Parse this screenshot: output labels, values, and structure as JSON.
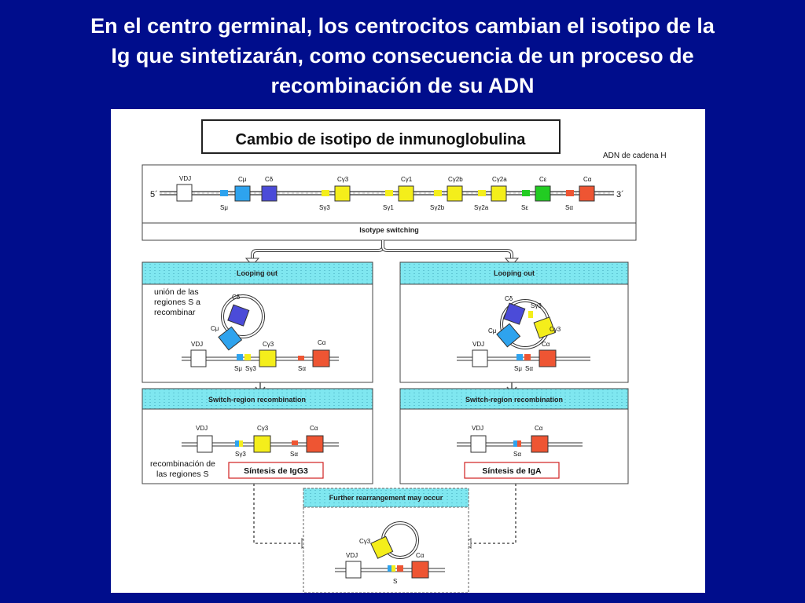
{
  "slide": {
    "title_lines": [
      "En el centro germinal, los centrocitos cambian el isotipo de la",
      "Ig que sintetizarán, como consecuencia de un proceso de",
      "recombinación de su ADN"
    ]
  },
  "figure": {
    "title": "Cambio de isotipo de inmunoglobulina",
    "dna_label": "ADN de cadena H",
    "five_prime": "5´",
    "three_prime": "3´",
    "vdj": "VDJ",
    "top_constants": [
      "Cμ",
      "Cδ",
      "Cγ3",
      "Cγ1",
      "Cγ2b",
      "Cγ2a",
      "Cε",
      "Cα"
    ],
    "top_switches": [
      "Sμ",
      "Sγ3",
      "Sγ1",
      "Sγ2b",
      "Sγ2a",
      "Sε",
      "Sα"
    ],
    "isotype_switching": "Isotype switching",
    "looping_out": "Looping out",
    "switch_region_recombination": "Switch-region recombination",
    "further_rearrangement": "Further rearrangement may occur",
    "annotation_union": [
      "unión de las",
      "regiones S a",
      "recombinar"
    ],
    "annotation_recomb": [
      "recombinación de",
      "las regiones S"
    ],
    "synthesis_igg3": "Síntesis de IgG3",
    "synthesis_iga": "Síntesis de IgA",
    "left_loop": {
      "c_delta": "Cδ",
      "c_mu": "Cμ",
      "c_g3": "Cγ3",
      "c_a": "Cα",
      "s_mu": "Sμ",
      "s_g3": "Sγ3",
      "s_a": "Sα"
    },
    "right_loop": {
      "c_delta": "Cδ",
      "s_g3": "Sγ3",
      "c_mu": "Cμ",
      "c_g3": "Cγ3",
      "c_a": "Cα",
      "s_mu": "Sμ",
      "s_a": "Sα"
    },
    "left_result": {
      "c_g3": "Cγ3",
      "s_g3": "Sγ3",
      "c_a": "Cα",
      "s_a": "Sα"
    },
    "right_result": {
      "c_a": "Cα",
      "s_a": "Sα"
    },
    "bottom_loop": {
      "c_g3": "Cγ3",
      "c_a": "Cα",
      "s": "S"
    },
    "colors": {
      "background": "#000d8c",
      "cyan_header": "#7fe7f0",
      "mu_blue": "#2ea3ee",
      "delta_purple": "#4b4bd8",
      "gamma_yellow": "#f4ee1b",
      "epsilon_green": "#22cc22",
      "alpha_red": "#ee5533",
      "synthesis_border": "#d02020"
    }
  }
}
